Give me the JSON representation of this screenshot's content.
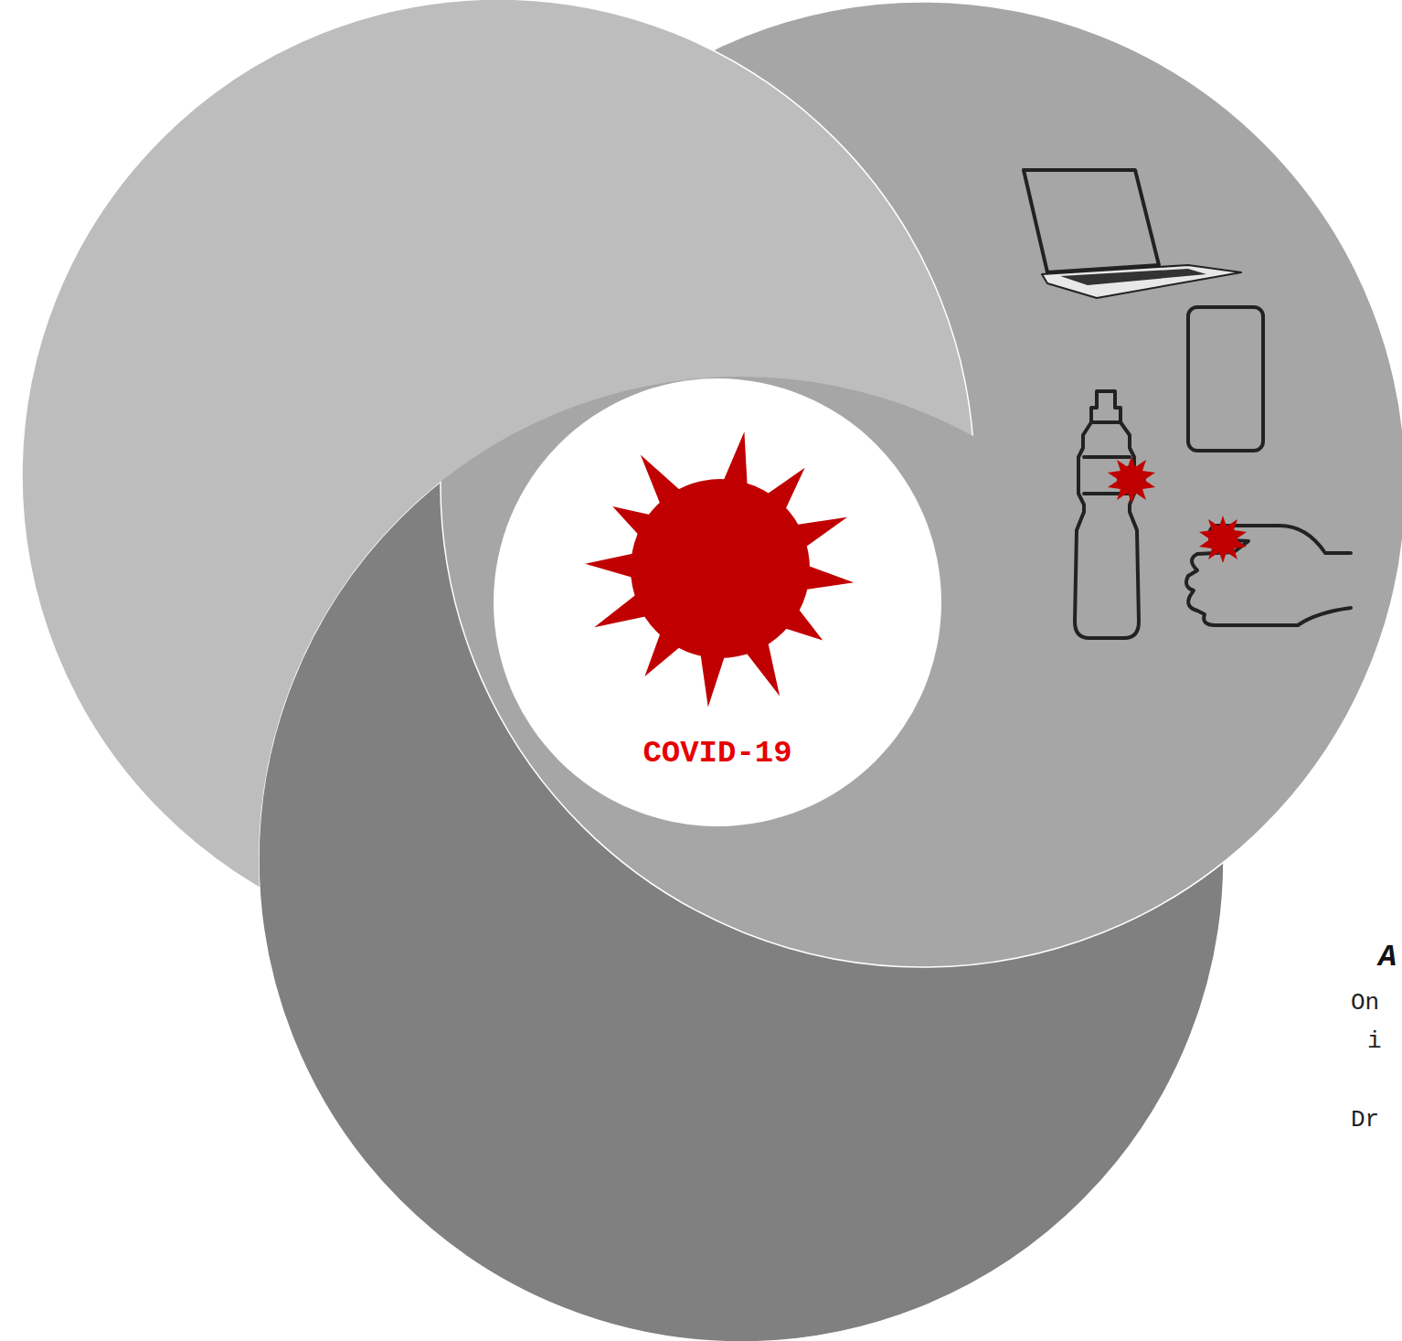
{
  "diagram": {
    "nodes": [
      {
        "text": [
          "COVID-19"
        ]
      }
    ],
    "labels": [
      "A",
      "On",
      "i",
      "Dr"
    ]
  }
}
